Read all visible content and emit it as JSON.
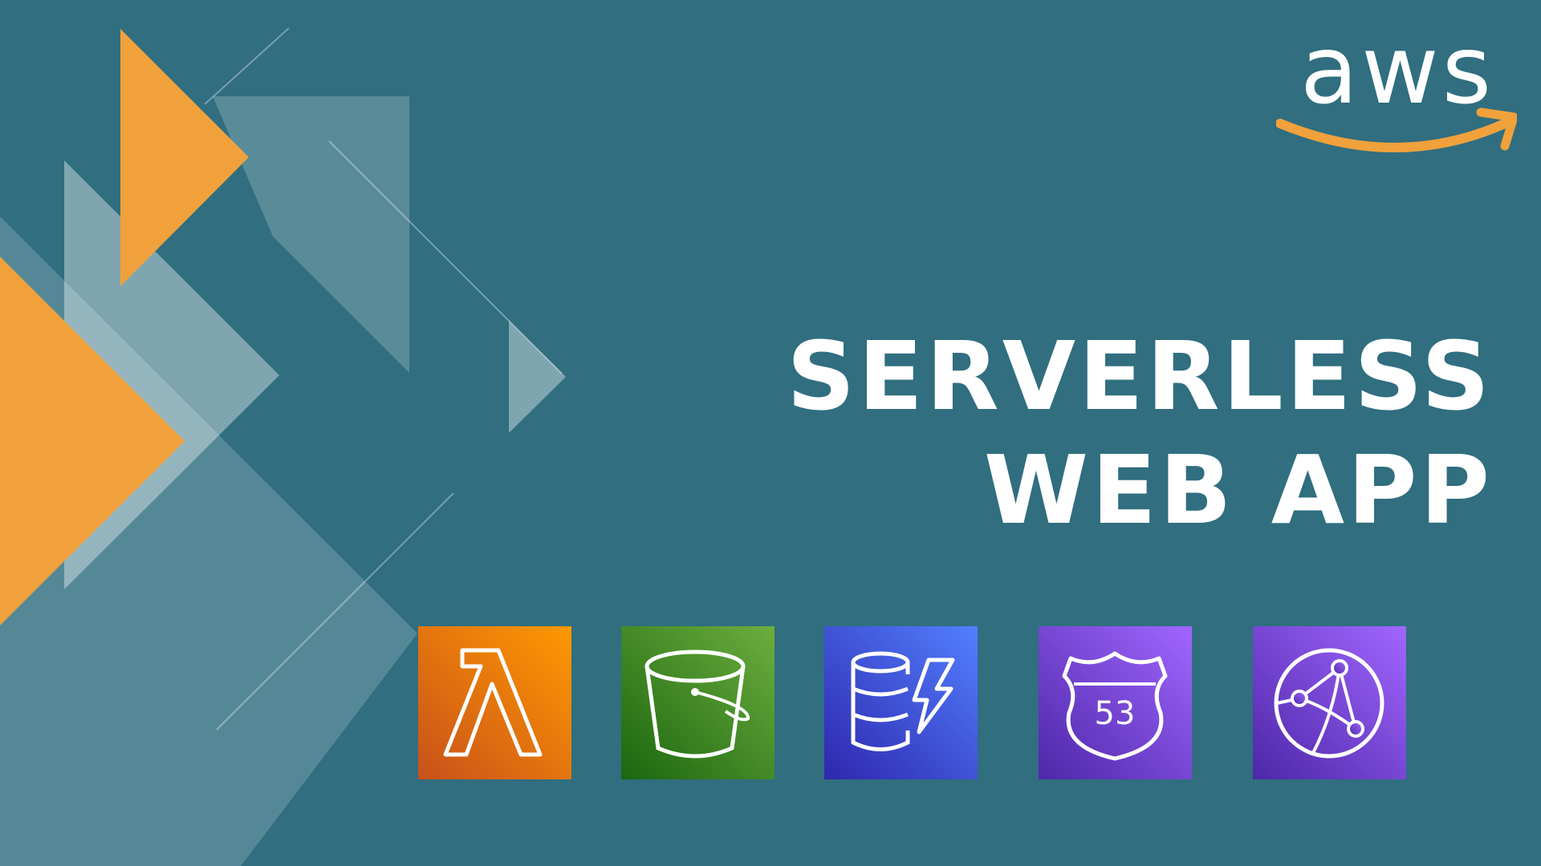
{
  "brand": {
    "logo_text": "aws",
    "accent_orange": "#f0a13b",
    "background": "#306e80",
    "logo_icon": "aws-smile-arrow"
  },
  "title": {
    "line1": "SERVERLESS",
    "line2": "WEB APP"
  },
  "services": [
    {
      "icon": "lambda-icon",
      "glyph": "λ",
      "color_from": "#c8511b",
      "color_to": "#ff9900"
    },
    {
      "icon": "s3-bucket-icon",
      "color_from": "#1b660f",
      "color_to": "#6cae3e"
    },
    {
      "icon": "dynamodb-icon",
      "color_from": "#2e27ad",
      "color_to": "#527fff"
    },
    {
      "icon": "route53-icon",
      "badge_text": "53",
      "color_from": "#4d27a8",
      "color_to": "#a166ff"
    },
    {
      "icon": "cloudfront-icon",
      "color_from": "#4d27a8",
      "color_to": "#a166ff"
    }
  ]
}
